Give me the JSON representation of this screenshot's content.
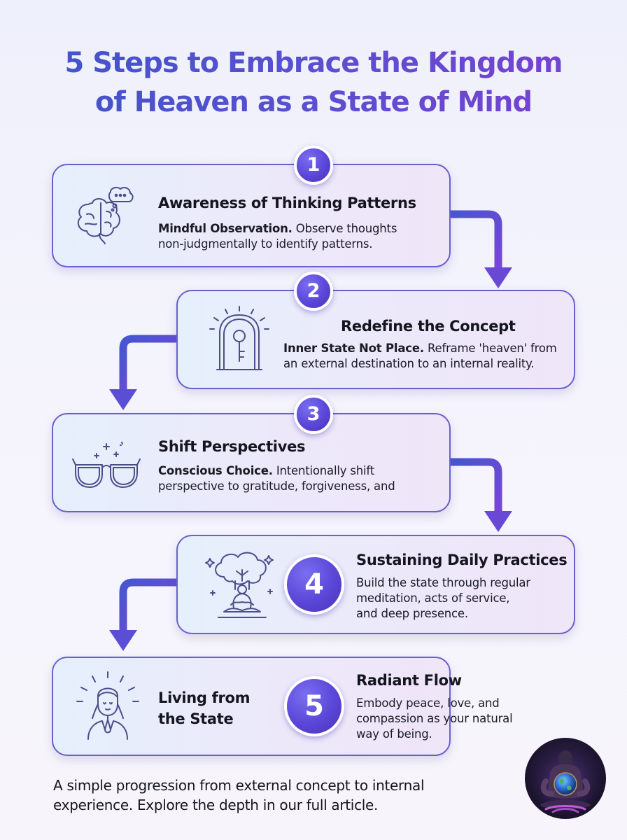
{
  "title_line1": "5 Steps to Embrace the Kingdom",
  "title_line2": "of Heaven as a State of Mind",
  "steps": [
    {
      "number": "1",
      "title": "Awareness of Thinking Patterns",
      "desc_bold": "Mindful Observation.",
      "desc_line1_rest": " Observe thoughts",
      "desc_line2": "non-judgmentally to identify patterns.",
      "icon": "brain-thought-icon"
    },
    {
      "number": "2",
      "title": "Redefine the Concept",
      "desc_bold": "Inner State Not Place.",
      "desc_line1_rest": " Reframe 'heaven' from",
      "desc_line2": "an external destination to an internal reality.",
      "icon": "key-door-icon"
    },
    {
      "number": "3",
      "title": "Shift Perspectives",
      "desc_bold": "Conscious Choice.",
      "desc_line1_rest": " Intentionally shift",
      "desc_line2": "perspective to gratitude, forgiveness, and",
      "icon": "glasses-icon"
    },
    {
      "number": "4",
      "title": "Sustaining Daily Practices",
      "desc_line1": "Build the state through regular",
      "desc_line2": "meditation, acts of service,",
      "desc_line3": "and deep presence.",
      "icon": "meditating-tree-icon"
    },
    {
      "number": "5",
      "label_line1": "Living from",
      "label_line2": "the State",
      "title": "Radiant Flow",
      "desc_line1": "Embody peace, love, and",
      "desc_line2": "compassion as your natural",
      "desc_line3": "way of being.",
      "icon": "praying-person-icon"
    }
  ],
  "footer_line1": "A simple progression from external concept to internal",
  "footer_line2": "experience. Explore the depth in our full article.",
  "colors": {
    "title_start": "#3d55c8",
    "title_end": "#7d3fd1",
    "card_border": "#6a5fcf",
    "badge": "#5a46d8",
    "arrow_start": "#4656d0",
    "arrow_end": "#7a45d6",
    "icon_stroke": "#4a4f8a"
  }
}
